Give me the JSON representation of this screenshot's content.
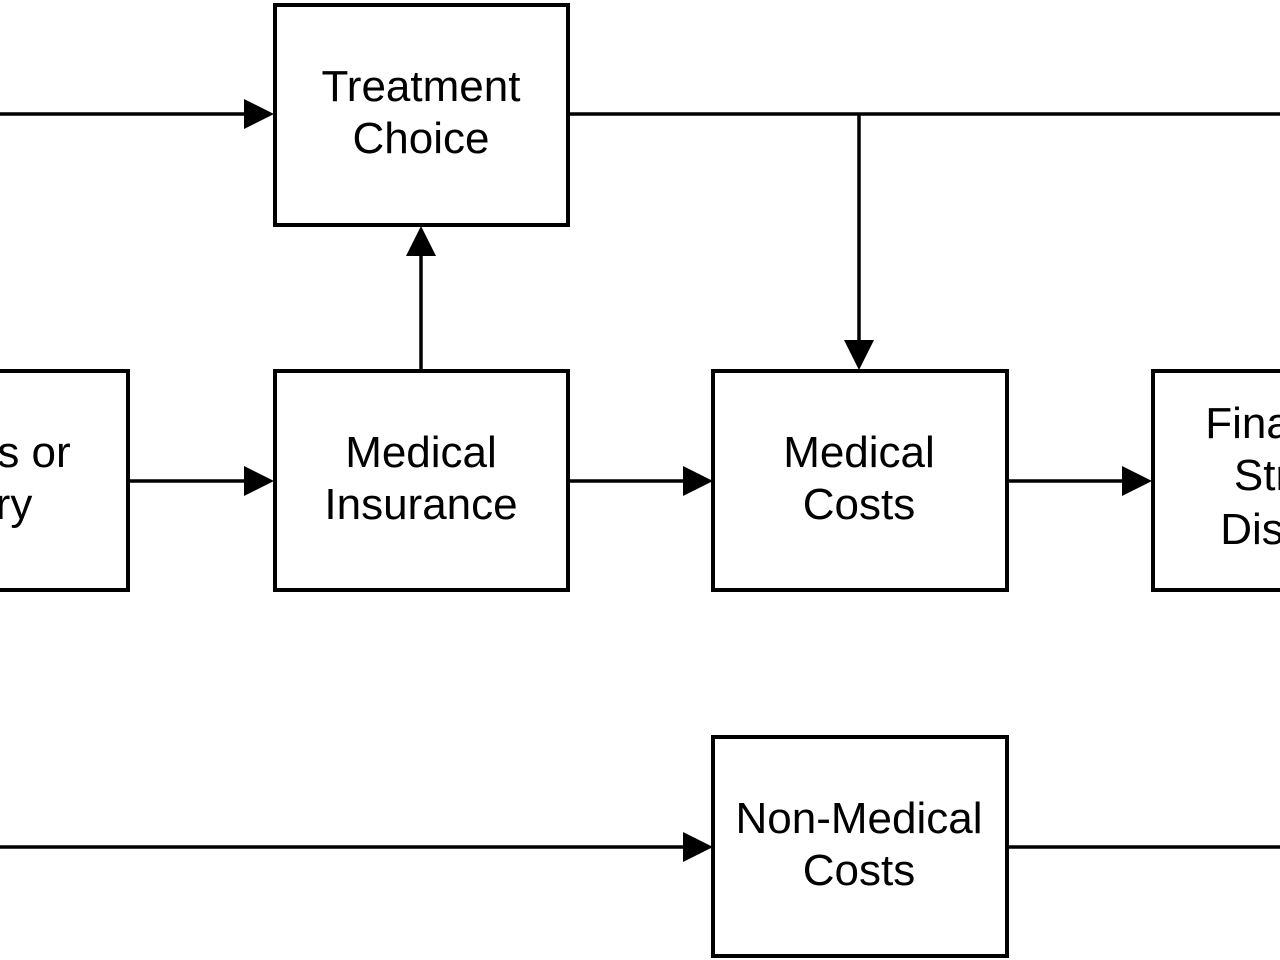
{
  "diagram": {
    "nodes": {
      "treatment_choice": {
        "lines": [
          "Treatment",
          "Choice"
        ]
      },
      "illness_or_injury": {
        "lines": [
          "s or",
          "ry"
        ]
      },
      "medical_insurance": {
        "lines": [
          "Medical",
          "Insurance"
        ]
      },
      "medical_costs": {
        "lines": [
          "Medical",
          "Costs"
        ]
      },
      "financial_stress": {
        "lines": [
          "Fina",
          "Str",
          "Dis"
        ]
      },
      "non_medical_costs": {
        "lines": [
          "Non-Medical",
          "Costs"
        ]
      }
    },
    "edges": [
      {
        "from": "offscreen-left",
        "to": "treatment_choice"
      },
      {
        "from": "illness_or_injury",
        "to": "medical_insurance"
      },
      {
        "from": "medical_insurance",
        "to": "treatment_choice"
      },
      {
        "from": "medical_insurance",
        "to": "medical_costs"
      },
      {
        "from": "treatment_choice",
        "to": "medical_costs"
      },
      {
        "from": "treatment_choice",
        "to": "offscreen-right"
      },
      {
        "from": "medical_costs",
        "to": "financial_stress"
      },
      {
        "from": "offscreen-left",
        "to": "non_medical_costs"
      },
      {
        "from": "non_medical_costs",
        "to": "offscreen-right"
      }
    ],
    "colors": {
      "stroke": "#000000",
      "fill": "#ffffff",
      "text": "#000000"
    }
  }
}
